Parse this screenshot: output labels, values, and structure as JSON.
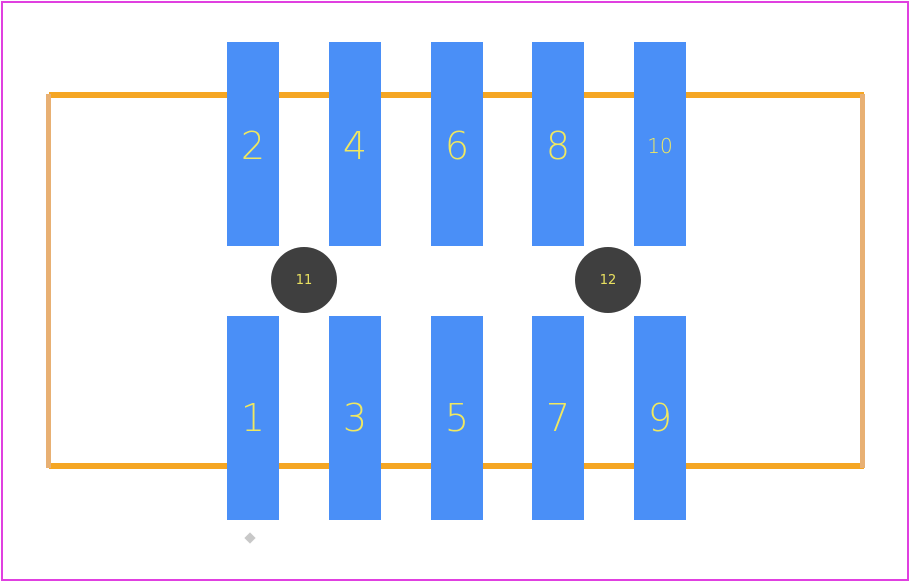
{
  "footprint": {
    "pads_top": [
      {
        "label": "2"
      },
      {
        "label": "4"
      },
      {
        "label": "6"
      },
      {
        "label": "8"
      },
      {
        "label": "10"
      }
    ],
    "pads_bottom": [
      {
        "label": "1"
      },
      {
        "label": "3"
      },
      {
        "label": "5"
      },
      {
        "label": "7"
      },
      {
        "label": "9"
      }
    ],
    "holes": [
      {
        "label": "11"
      },
      {
        "label": "12"
      }
    ],
    "colors": {
      "pad": "#4a8ff7",
      "pad_text": "#f0e860",
      "outline": "#f5a623",
      "border": "#e040e0",
      "hole": "#3f3f3f"
    }
  }
}
